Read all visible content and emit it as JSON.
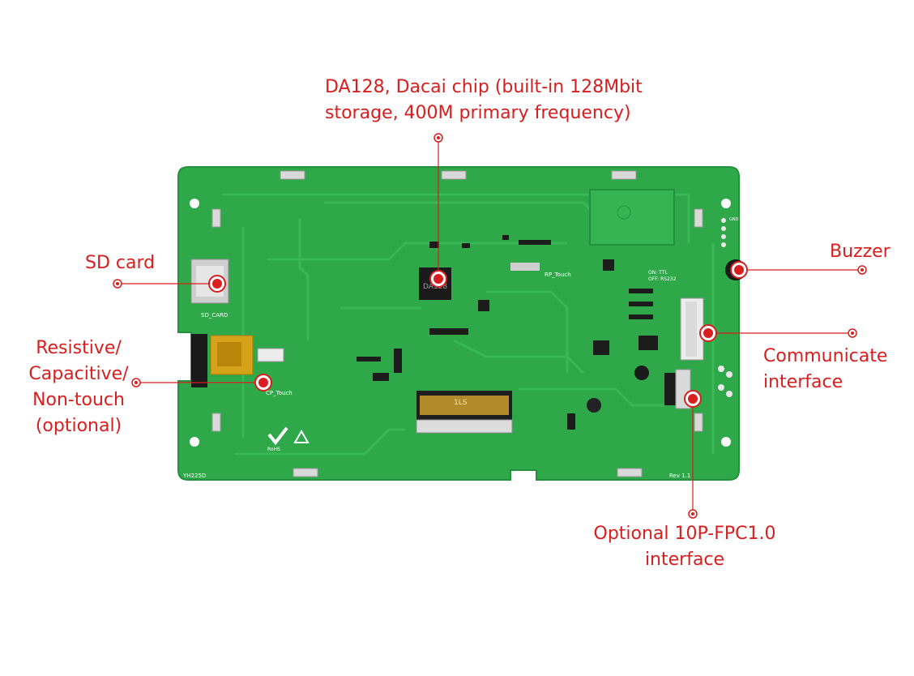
{
  "colors": {
    "accent": "#d81e1e",
    "pcb": "#2fa84a",
    "pcb_dark": "#1f8a3a",
    "trace": "#39b856",
    "connector": "#e9e9e9",
    "chip": "#1a1a1a"
  },
  "callouts": {
    "chip": {
      "line1": "DA128, Dacai chip (built-in 128Mbit",
      "line2": "storage, 400M primary frequency)"
    },
    "sd": {
      "line1": "SD card"
    },
    "touch": {
      "line1": "Resistive/",
      "line2": "Capacitive/",
      "line3": "Non-touch",
      "line4": "(optional)"
    },
    "buzzer": {
      "line1": "Buzzer"
    },
    "comm": {
      "line1": "Communicate",
      "line2": "interface"
    },
    "fpc": {
      "line1": "Optional 10P-FPC1.0",
      "line2": "interface"
    }
  },
  "board_labels": {
    "chip_marking": "DA128",
    "sd_silk": "SD_CARD",
    "touch_silk": "CP_Touch",
    "rp_silk": "RP_Touch",
    "rs_silk_1": "ON: TTL",
    "rs_silk_2": "OFF: RS232",
    "model": "YH225D",
    "rev": "Rev 1.1",
    "fpc_marking": "1LS",
    "rohs": "RoHS",
    "gnd_label": "GND"
  }
}
